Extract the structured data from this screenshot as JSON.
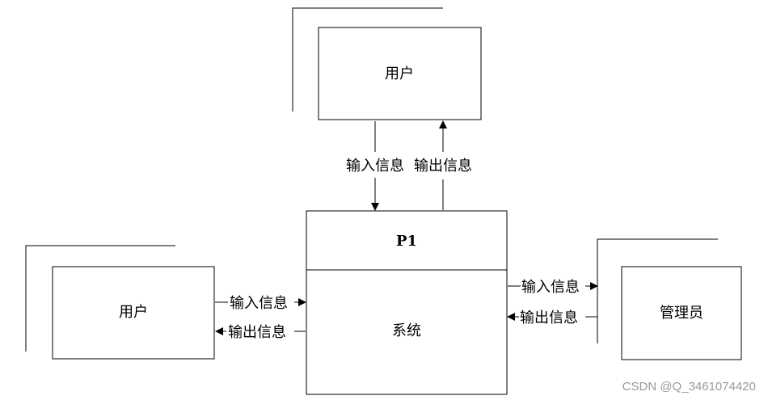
{
  "entities": {
    "top_user": "用户",
    "left_user": "用户",
    "admin": "管理员"
  },
  "process": {
    "id": "P1",
    "name": "系统"
  },
  "flows": {
    "top_in": "输入信息",
    "top_out": "输出信息",
    "left_in": "输入信息",
    "left_out": "输出信息",
    "right_in": "输入信息",
    "right_out": "输出信息"
  },
  "watermark": "CSDN @Q_3461074420"
}
